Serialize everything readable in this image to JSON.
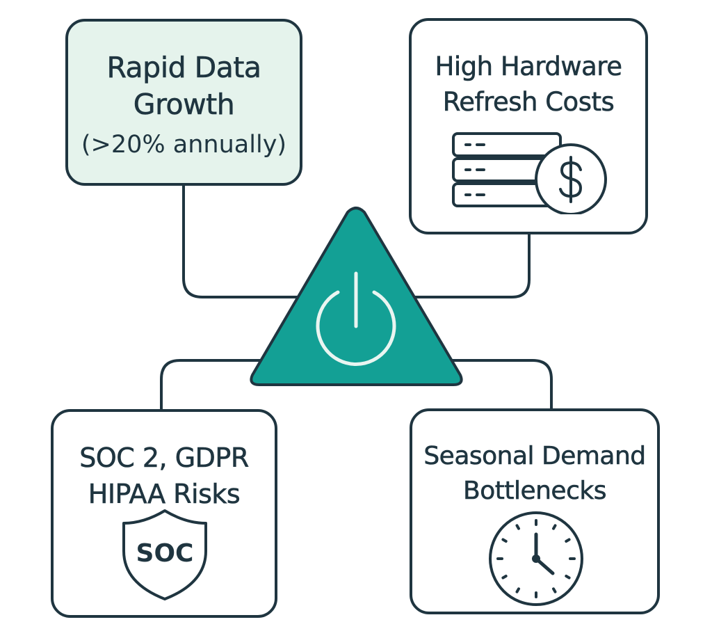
{
  "nodes": {
    "top_left": {
      "title_line1": "Rapid Data",
      "title_line2": "Growth",
      "subtitle": "(>20% annually)"
    },
    "top_right": {
      "title_line1": "High Hardware",
      "title_line2": "Refresh Costs",
      "icon": "server-dollar-icon"
    },
    "bottom_left": {
      "title_line1": "SOC 2, GDPR",
      "title_line2": "HIPAA Risks",
      "icon": "shield-icon",
      "icon_label": "SOC"
    },
    "bottom_right": {
      "title_line1": "Seasonal Demand",
      "title_line2": "Bottlenecks",
      "icon": "clock-icon"
    }
  },
  "center": {
    "icon": "warning-triangle-power-icon"
  },
  "colors": {
    "stroke": "#1f3540",
    "accent_fill": "#e5f3ec",
    "triangle_fill": "#13a095",
    "power_icon": "#e9f5f1"
  }
}
